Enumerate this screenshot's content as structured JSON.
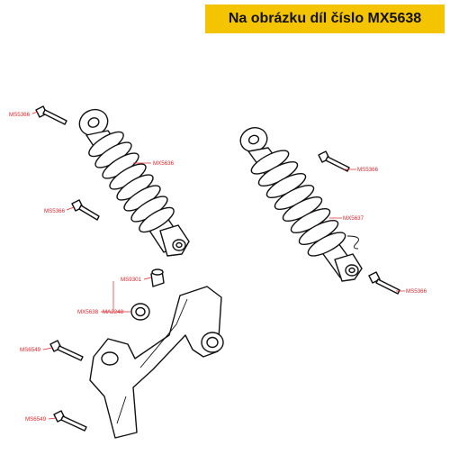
{
  "banner": {
    "text": "Na obrázku díl číslo MX5638"
  },
  "parts": [
    {
      "id": "p-ms5366-a",
      "code": "MS5366"
    },
    {
      "id": "p-mx5636",
      "code": "MX5636"
    },
    {
      "id": "p-ms5366-b",
      "code": "MS5366"
    },
    {
      "id": "p-ms5366-c",
      "code": "MS5366"
    },
    {
      "id": "p-mx5637",
      "code": "MX5637"
    },
    {
      "id": "p-ms5366-d",
      "code": "MS5366"
    },
    {
      "id": "p-ms9301",
      "code": "MS9301"
    },
    {
      "id": "p-mx5638",
      "code": "MX5638"
    },
    {
      "id": "p-ma2248",
      "code": "MA2248"
    },
    {
      "id": "p-ms6549-a",
      "code": "MS6549"
    },
    {
      "id": "p-ms6549-b",
      "code": "MS6549"
    }
  ],
  "colors": {
    "banner": "#f5c400",
    "label": "#e0252b",
    "line": "#111111"
  }
}
